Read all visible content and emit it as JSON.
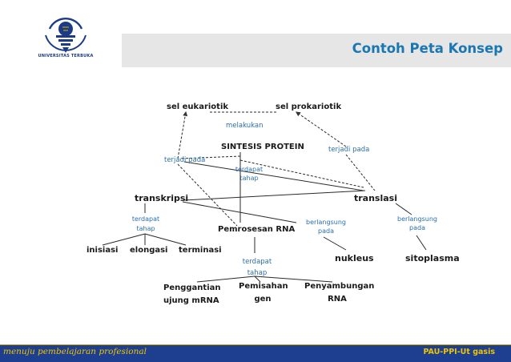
{
  "slide": {
    "title": "Contoh Peta Konsep",
    "logo_text": "UNIVERSITAS TERBUKA",
    "footer_left": "menuju pembelajaran profesional",
    "footer_right": "PAU-PPI-Ut gasis"
  },
  "nodes": {
    "sel_eukariotik": "sel eukariotik",
    "sel_prokariotik": "sel prokariotik",
    "sintesis_protein": "SINTESIS PROTEIN",
    "transkripsi": "transkripsi",
    "translasi": "translasi",
    "pemrosesan_rna": "Pemrosesan RNA",
    "inisiasi": "inisiasi",
    "elongasi": "elongasi",
    "terminasi": "terminasi",
    "nukleus": "nukleus",
    "sitoplasma": "sitoplasma",
    "penggantian": "Penggantian ujung mRNA",
    "pemisahan": "Pemisahan gen",
    "penyambungan": "Penyambungan RNA"
  },
  "links": {
    "melakukan": "melakukan",
    "terjadi_pada_left": "terjadi pada",
    "terjadi_pada_right": "terjadi pada",
    "terdapat_tahap_center": "terdapat tahap",
    "terdapat_tahap_transkripsi": "terdapat tahap",
    "berlangsung_pada_left": "berlangsung pada",
    "berlangsung_pada_right": "berlangsung pada",
    "terdapat_tahap_pemrosesan": "terdapat tahap"
  },
  "colors": {
    "title_text": "#1b77b2",
    "title_bar": "#e6e6e6",
    "link_label": "#2b6fb0",
    "footer_bar": "#1e3f8f",
    "footer_text": "#f0c400"
  }
}
